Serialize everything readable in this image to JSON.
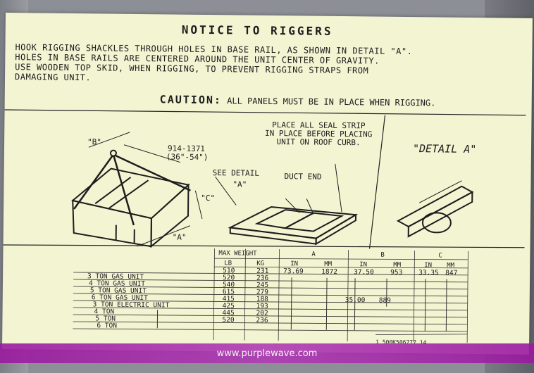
{
  "notice": {
    "title": "NOTICE TO RIGGERS",
    "lines": [
      "HOOK RIGGING SHACKLES THROUGH HOLES IN BASE RAIL, AS SHOWN IN DETAIL \"A\".",
      "HOLES IN BASE RAILS ARE CENTERED AROUND THE UNIT CENTER OF GRAVITY.",
      "USE WOODEN TOP SKID, WHEN RIGGING, TO PREVENT RIGGING STRAPS FROM",
      "DAMAGING UNIT."
    ],
    "caution_keyword": "CAUTION:",
    "caution_text": "ALL PANELS MUST BE IN PLACE WHEN RIGGING."
  },
  "diagram": {
    "seal_note": [
      "PLACE ALL SEAL STRIP",
      "IN PLACE BEFORE PLACING",
      "UNIT ON ROOF CURB."
    ],
    "detail_a_title": "\"DETAIL A\"",
    "label_b": "\"B\"",
    "label_c": "\"C\"",
    "label_a": "\"A\"",
    "label_a2": "\"A\"",
    "dimension": "914-1371",
    "dimension_in": "(36\"-54\")",
    "see_detail": "SEE DETAIL",
    "duct_end": "DUCT END"
  },
  "table": {
    "max_weight": "MAX WEIGHT",
    "lb": "LB",
    "kg": "KG",
    "col_a": "A",
    "col_b": "B",
    "col_c": "C",
    "in": "IN",
    "mm": "MM",
    "rows": [
      {
        "label": "3 TON GAS UNIT",
        "lb": "510",
        "kg": "231"
      },
      {
        "label": "4 TON GAS UNIT",
        "lb": "520",
        "kg": "236"
      },
      {
        "label": "5 TON GAS UNIT",
        "lb": "540",
        "kg": "245"
      },
      {
        "label": "6 TON GAS UNIT",
        "lb": "615",
        "kg": "279"
      },
      {
        "label": "3 TON ELECTRIC UNIT",
        "lb": "415",
        "kg": "188"
      },
      {
        "label": "4 TON",
        "lb": "425",
        "kg": "193"
      },
      {
        "label": "5 TON",
        "lb": "445",
        "kg": "202"
      },
      {
        "label": "6 TON",
        "lb": "520",
        "kg": "236"
      }
    ],
    "a_in": "73.69",
    "a_mm": "1872",
    "b_in": "37.50",
    "b_mm": "953",
    "c_in": "33.35",
    "c_mm": "847",
    "b_in2": "35.00",
    "b_mm2": "889",
    "part_number": "1 500K506777 14"
  },
  "watermark": "www.purplewave.com"
}
